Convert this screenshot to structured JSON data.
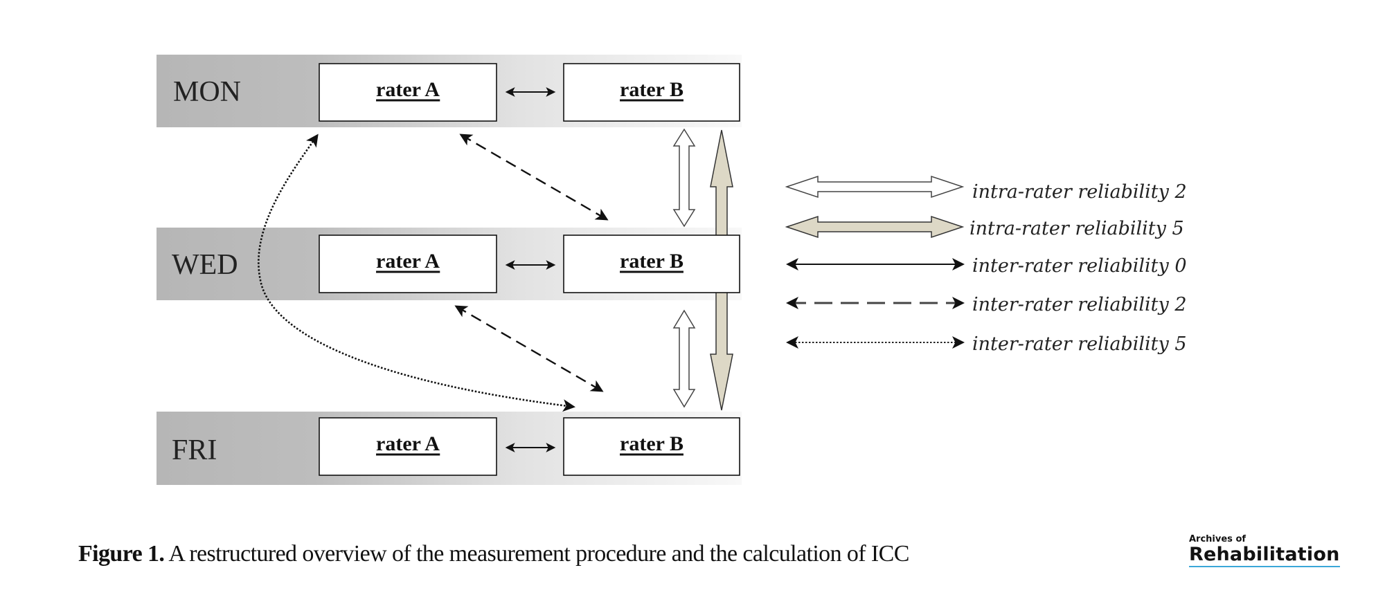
{
  "diagram": {
    "days": [
      {
        "label": "MON",
        "rater_a": "rater A",
        "rater_b": "rater B"
      },
      {
        "label": "WED",
        "rater_a": "rater A",
        "rater_b": "rater B"
      },
      {
        "label": "FRI",
        "rater_a": "rater A",
        "rater_b": "rater B"
      }
    ],
    "legend": [
      {
        "style": "hollow-white",
        "label": "intra-rater reliability 2"
      },
      {
        "style": "hollow-beige",
        "label": "intra-rater reliability 5"
      },
      {
        "style": "solid",
        "label": "inter-rater reliability 0"
      },
      {
        "style": "dashed",
        "label": "inter-rater reliability 2"
      },
      {
        "style": "dotted",
        "label": "inter-rater reliability 5"
      }
    ],
    "colors": {
      "band_dark": "#b8b8b8",
      "band_light": "#f4f4f4",
      "beige": "#ddd8c6",
      "logo_underline": "#3aa7d8"
    }
  },
  "caption": {
    "figure_number": "Figure 1.",
    "text": " A restructured overview of the measurement procedure and the calculation of ICC"
  },
  "logo": {
    "line1": "Archives of",
    "line2": "Rehabilitation"
  }
}
